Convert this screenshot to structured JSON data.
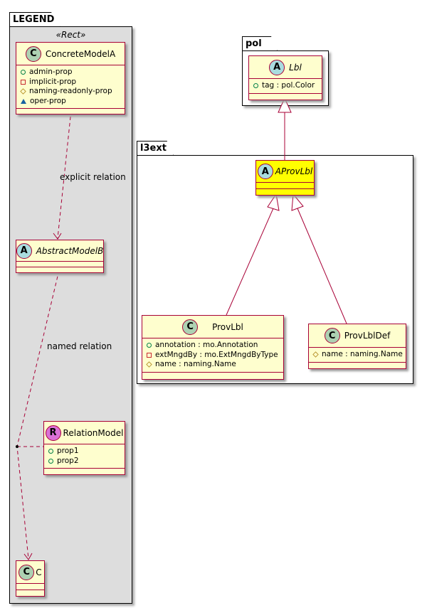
{
  "legend": {
    "title": "LEGEND",
    "stereotype": "«Rect»",
    "concrete": {
      "name": "ConcreteModelA",
      "icon": "C",
      "attrs": [
        {
          "vis": "public",
          "text": "admin-prop"
        },
        {
          "vis": "private",
          "text": "implicit-prop"
        },
        {
          "vis": "protected",
          "text": "naming-readonly-prop"
        },
        {
          "vis": "package",
          "text": "oper-prop"
        }
      ]
    },
    "abstract": {
      "name": "AbstractModelB",
      "icon": "A"
    },
    "relation": {
      "name": "RelationModel",
      "icon": "R",
      "attrs": [
        {
          "vis": "public",
          "text": "prop1"
        },
        {
          "vis": "public",
          "text": "prop2"
        }
      ]
    },
    "c": {
      "name": "C",
      "icon": "C"
    },
    "explicit_label": "explicit relation",
    "named_label": "named relation"
  },
  "pol": {
    "title": "pol",
    "lbl": {
      "name": "Lbl",
      "icon": "A",
      "attrs": [
        {
          "vis": "public",
          "text": "tag : pol.Color"
        }
      ]
    }
  },
  "l3ext": {
    "title": "l3ext",
    "aprovlbl": {
      "name": "AProvLbl",
      "icon": "A",
      "fill": "#FFFF00"
    },
    "provlbl": {
      "name": "ProvLbl",
      "icon": "C",
      "attrs": [
        {
          "vis": "public",
          "text": "annotation : mo.Annotation"
        },
        {
          "vis": "private",
          "text": "extMngdBy : mo.ExtMngdByType"
        },
        {
          "vis": "protected",
          "text": "name : naming.Name"
        }
      ]
    },
    "provlbldef": {
      "name": "ProvLblDef",
      "icon": "C",
      "attrs": [
        {
          "vis": "protected",
          "text": "name : naming.Name"
        }
      ]
    }
  },
  "colors": {
    "class_fill": "#FEFECE",
    "border": "#A80036",
    "legend_bg": "#DDDDDD",
    "class_icon": "#ADD1B2",
    "abstract_icon": "#A9DCDF",
    "relation_icon": "#DA70D6"
  }
}
